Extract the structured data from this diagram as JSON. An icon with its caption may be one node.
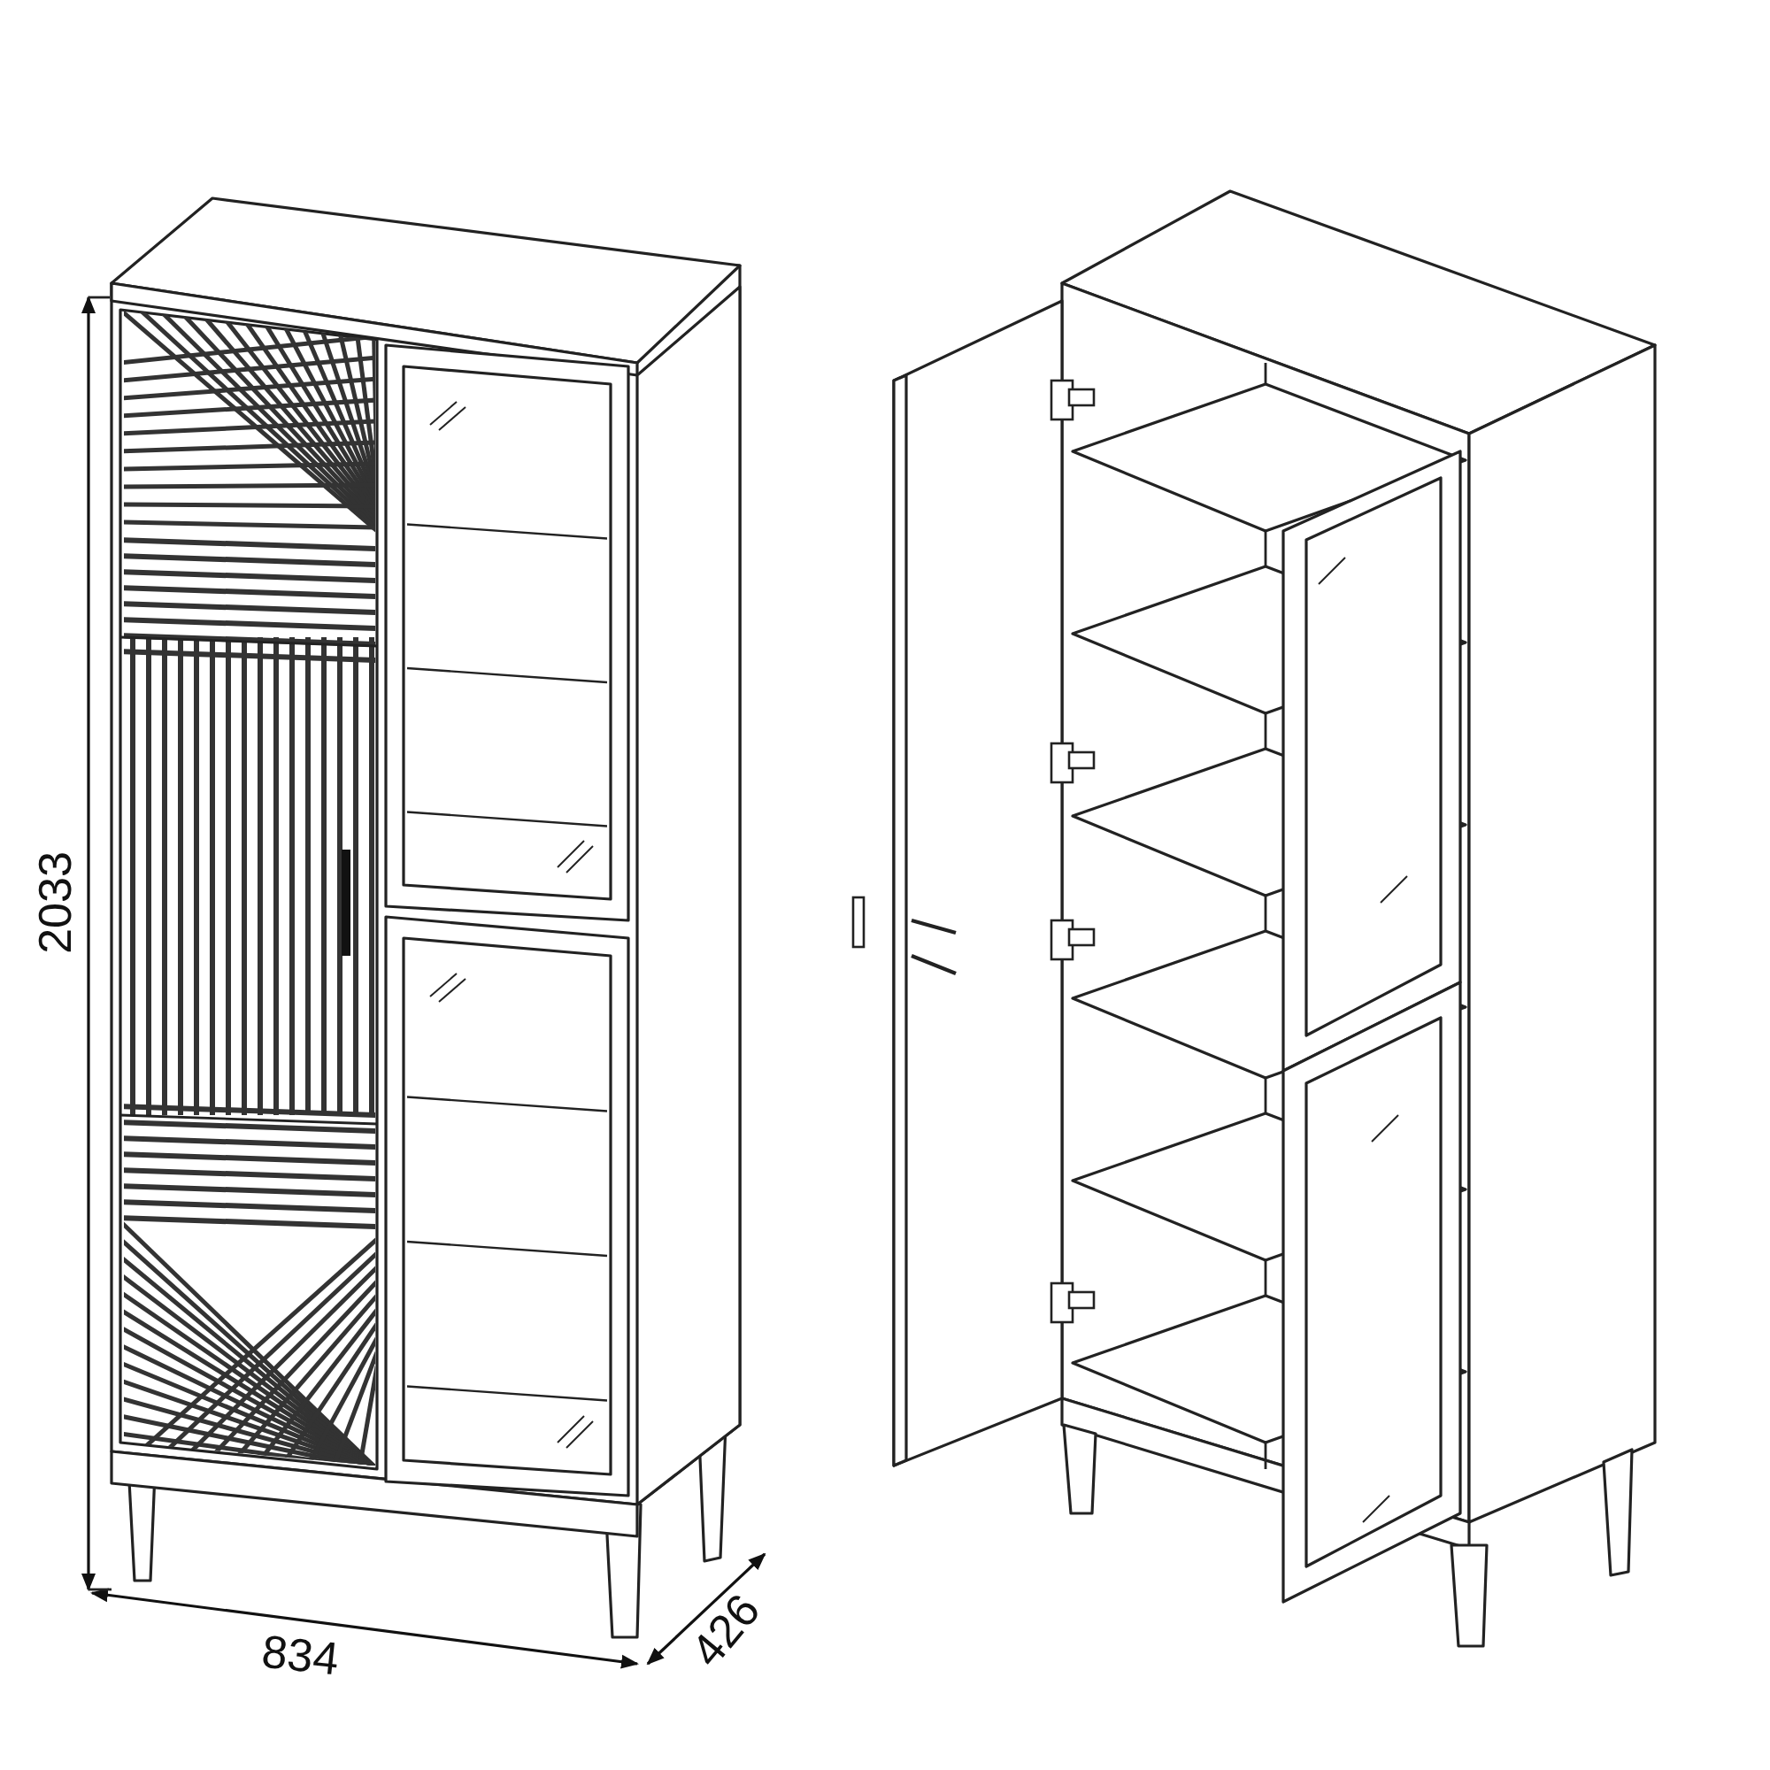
{
  "diagram": {
    "labels": [
      "2033",
      "834",
      "426"
    ]
  }
}
